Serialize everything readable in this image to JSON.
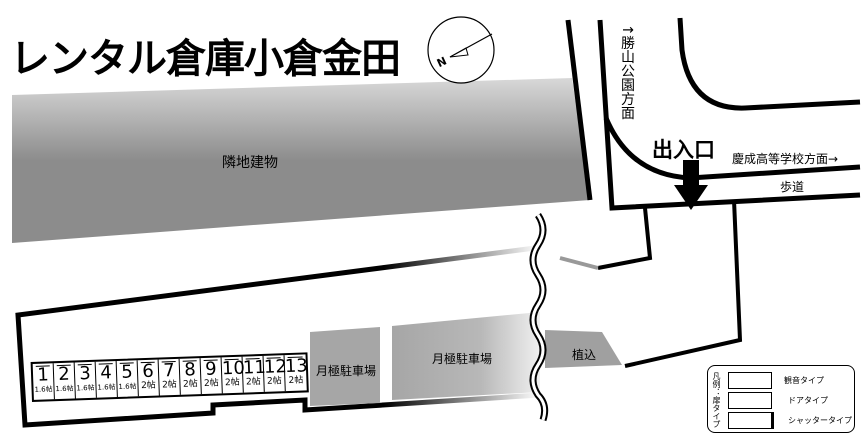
{
  "title": "レンタル倉庫小倉金田",
  "compass": {
    "label": "N"
  },
  "labels": {
    "neighbor_building": "隣地建物",
    "katsuyama_park": "↑勝山公園方面",
    "keisei_school": "慶成高等学校方面→",
    "sidewalk": "歩道",
    "entrance": "出入口",
    "parking_1": "月極駐車場",
    "parking_2": "月極駐車場",
    "planting": "植込"
  },
  "units": [
    {
      "number": "1",
      "size": "1.6帖"
    },
    {
      "number": "2",
      "size": "1.6帖"
    },
    {
      "number": "3",
      "size": "1.6帖"
    },
    {
      "number": "4",
      "size": "1.6帖"
    },
    {
      "number": "5",
      "size": "1.6帖"
    },
    {
      "number": "6",
      "size": "2帖"
    },
    {
      "number": "7",
      "size": "2帖"
    },
    {
      "number": "8",
      "size": "2帖"
    },
    {
      "number": "9",
      "size": "2帖"
    },
    {
      "number": "10",
      "size": "2帖"
    },
    {
      "number": "11",
      "size": "2帖"
    },
    {
      "number": "12",
      "size": "2帖"
    },
    {
      "number": "13",
      "size": "2帖"
    }
  ],
  "legend": {
    "caption": "凡例：扉タイプ",
    "items": [
      "観音タイプ",
      "ドアタイプ",
      "シャッタータイプ"
    ]
  },
  "colors": {
    "building": "#8c8c8c",
    "parking": "#a6a6a6",
    "line": "#000000"
  }
}
